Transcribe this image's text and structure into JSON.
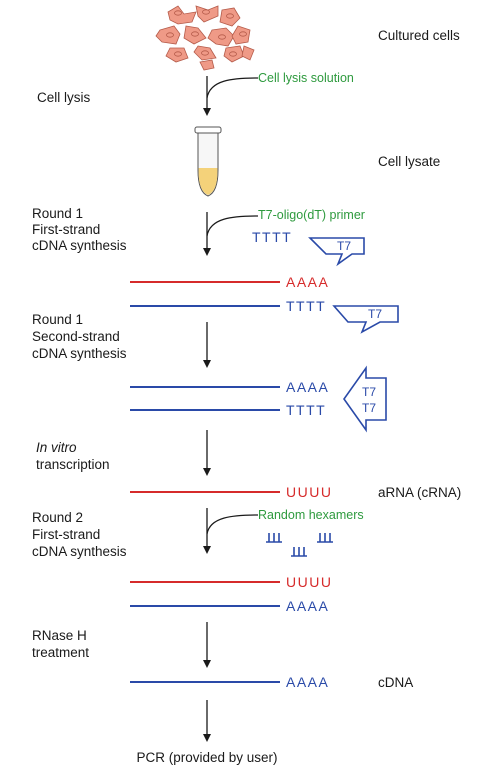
{
  "colors": {
    "rna": "#d62b2b",
    "dna": "#2a4aa8",
    "reagent": "#2e9a3e",
    "cell_fill": "#ef9a87",
    "cell_stroke": "#b55b4a",
    "lysate": "#f4d27a",
    "text": "#1a1a1a"
  },
  "labels": {
    "cultured_cells": "Cultured cells",
    "cell_lysis": "Cell lysis",
    "cell_lysate": "Cell lysate",
    "round1_first": [
      "Round 1",
      "First-strand",
      "cDNA synthesis"
    ],
    "round1_second": [
      "Round 1",
      "Second-strand",
      "cDNA synthesis"
    ],
    "in_vitro": "In vitro",
    "transcription": "transcription",
    "arna": "aRNA (cRNA)",
    "round2_first": [
      "Round 2",
      "First-strand",
      "cDNA synthesis"
    ],
    "rnase": [
      "RNase H",
      "treatment"
    ],
    "cdna": "cDNA",
    "pcr": "PCR (provided by user)"
  },
  "reagents": {
    "lysis_solution": "Cell lysis solution",
    "t7_primer": "T7-oligo(dT) primer",
    "random_hexamers": "Random hexamers"
  },
  "sequences": {
    "tttt": "TTTT",
    "aaaa": "AAAA",
    "uuuu": "UUUU",
    "t7": "T7"
  },
  "icons": {
    "cells": "cultured-cells-icon",
    "tube": "lysate-tube-icon",
    "hexamer": "hexamer-icon",
    "arrow": "down-arrow-icon"
  }
}
